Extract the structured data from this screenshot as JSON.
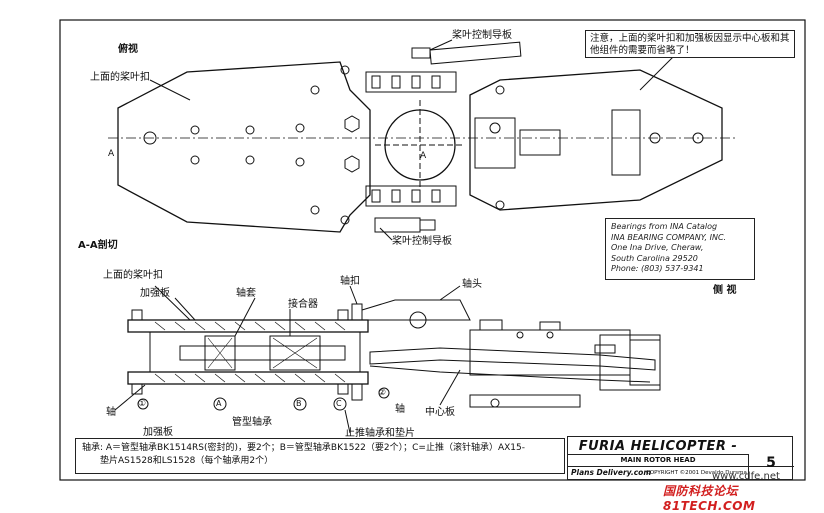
{
  "top_view": {
    "title": "俯视",
    "label_upper_grip": "上面的桨叶扣",
    "label_pitch_guide_top": "桨叶控制导板",
    "label_pitch_guide_bottom": "桨叶控制导板",
    "section_mark_left": "A",
    "section_mark_center": "A",
    "note": "注意，上面的桨叶扣和加强板因显示中心板和其他组件的需要而省略了！"
  },
  "bearing_info": {
    "lines": [
      "Bearings from INA Catalog",
      "INA BEARING COMPANY, INC.",
      "One Ina Drive, Cheraw,",
      "South Carolina 29520",
      "Phone: (803) 537-9341"
    ]
  },
  "section_view": {
    "title": "A-A剖切",
    "side_view_title": "侧 视",
    "labels": {
      "upper_grip": "上面的桨叶扣",
      "stiffener_top": "加强板",
      "sleeve": "轴套",
      "coupler": "接合器",
      "shaft_clamp": "轴扣",
      "hub": "轴头",
      "shaft": "轴",
      "stiffener_bottom": "加强板",
      "tube_bearing": "管型轴承",
      "thrust_bearing": "止推轴承和垫片",
      "center_plate": "中心板",
      "shaft_right": "轴"
    },
    "bubbles": {
      "one": "①",
      "two": "②",
      "a": "A",
      "b": "B",
      "c": "C"
    }
  },
  "bottom_note": {
    "line1": "轴承: A＝管型轴承BK1514RS(密封的)，要2个；B＝管型轴承BK1522（要2个）；C=止推（滚针轴承）AX15-",
    "line2": "垫片AS1528和LS1528（每个轴承用2个）"
  },
  "title_block": {
    "title": "FURIA HELICOPTER -",
    "subtitle": "MAIN ROTOR HEAD",
    "plans": "Plans Delivery.com",
    "copyright": "COPYRIGHT ©2001 Devaldo Dursma",
    "page": "5"
  },
  "watermark": {
    "site": "www.cdfe.net",
    "forum": "国防科技论坛81TECH.COM"
  }
}
